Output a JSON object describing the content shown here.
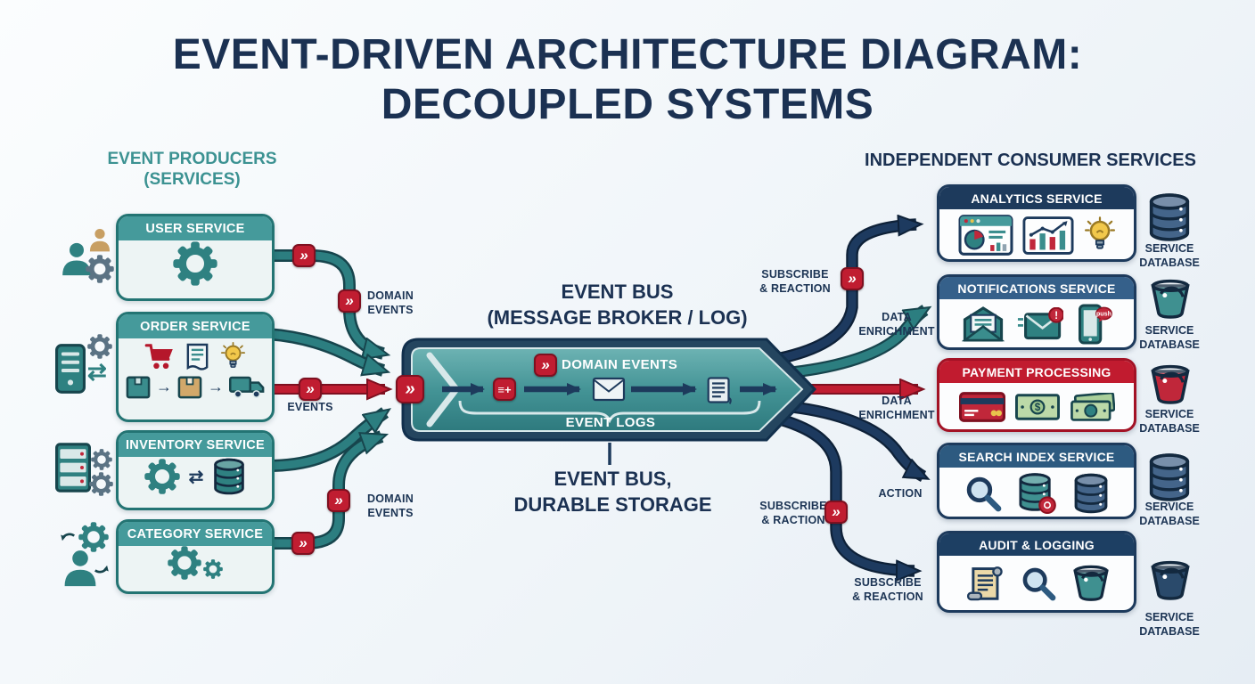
{
  "title": {
    "line1": "EVENT-DRIVEN ARCHITECTURE DIAGRAM:",
    "line2": "DECOUPLED SYSTEMS"
  },
  "producers": {
    "heading_line1": "EVENT PRODUCERS",
    "heading_line2": "(SERVICES)",
    "services": [
      {
        "name": "USER SERVICE",
        "icons": [
          "user-group-icon",
          "gear-icon"
        ]
      },
      {
        "name": "ORDER SERVICE",
        "icons": [
          "server-icon",
          "gear-icon",
          "sync-arrows-icon",
          "cart-icon",
          "document-icon",
          "lightbulb-icon",
          "box-icon",
          "box-icon",
          "truck-icon"
        ]
      },
      {
        "name": "INVENTORY SERVICE",
        "icons": [
          "server-rack-icon",
          "gear-icon",
          "gear-icon",
          "sync-arrows-icon",
          "database-icon"
        ]
      },
      {
        "name": "CATEGORY SERVICE",
        "icons": [
          "person-icon",
          "gear-icon",
          "cycle-arrows-icon",
          "gears-icon"
        ]
      }
    ]
  },
  "bus": {
    "heading_line1": "EVENT BUS",
    "heading_line2": "(MESSAGE BROKER / LOG)",
    "domain_events_label": "DOMAIN EVENTS",
    "event_logs_label": "EVENT LOGS",
    "caption_line1": "EVENT BUS,",
    "caption_line2": "DURABLE STORAGE",
    "flow_icons": [
      "event-badge",
      "list-event-icon",
      "envelope-icon",
      "log-icon"
    ]
  },
  "consumers": {
    "heading": "INDEPENDENT CONSUMER SERVICES",
    "services": [
      {
        "name": "ANALYTICS SERVICE",
        "header_color": "#1d3a5c",
        "icons": [
          "dashboard-icon",
          "trend-chart-icon",
          "lightbulb-icon"
        ],
        "db_icon": "database-cylinder-icon",
        "db_label": "SERVICE\nDATABASE"
      },
      {
        "name": "NOTIFICATIONS SERVICE",
        "header_color": "#35608a",
        "icons": [
          "open-envelope-icon",
          "alert-envelope-icon",
          "push-phone-icon"
        ],
        "db_icon": "bucket-icon",
        "db_label": "SERVICE\nDATABASE"
      },
      {
        "name": "PAYMENT PROCESSING",
        "header_color": "#c11b2f",
        "icons": [
          "credit-card-icon",
          "banknote-icon",
          "cash-icon"
        ],
        "db_icon": "bucket-icon",
        "db_label": "SERVICE\nDATABASE"
      },
      {
        "name": "SEARCH INDEX SERVICE",
        "header_color": "#2d5a80",
        "icons": [
          "magnifier-icon",
          "database-alert-icon",
          "database-icon"
        ],
        "db_icon": "database-cylinder-icon",
        "db_label": "SERVICE\nDATABASE"
      },
      {
        "name": "AUDIT & LOGGING",
        "header_color": "#1d3f63",
        "icons": [
          "scroll-icon",
          "magnifier-icon",
          "bucket-icon"
        ],
        "db_icon": "bucket-icon",
        "db_label": "SERVICE\nDATABASE"
      }
    ]
  },
  "edge_labels": {
    "domain_events_top": "DOMAIN\nEVENTS",
    "events": "EVENTS",
    "domain_events_bottom": "DOMAIN\nEVENTS",
    "subscribe_reaction_top": "SUBSCRIBE\n& REACTION",
    "data_enrichment_notifications": "DATA\nENRICHMENT",
    "data_enrichment_payment": "DATA\nENRICHMENT",
    "action": "ACTION",
    "subscribe_raction": "SUBSCRIBE\n& RACTION",
    "subscribe_reaction_audit": "SUBSCRIBE\n& REACTION"
  },
  "icons": {
    "event_badge": "»",
    "event_item_badge": "≡+",
    "push_label": "push",
    "alert_label": "!",
    "dollar": "$",
    "sync_arrows": "⇄",
    "flow_arrow": "→"
  },
  "colors": {
    "teal": "#2f8181",
    "navy": "#1d3a5c",
    "red": "#c01d31",
    "background": "#eef3f8"
  }
}
